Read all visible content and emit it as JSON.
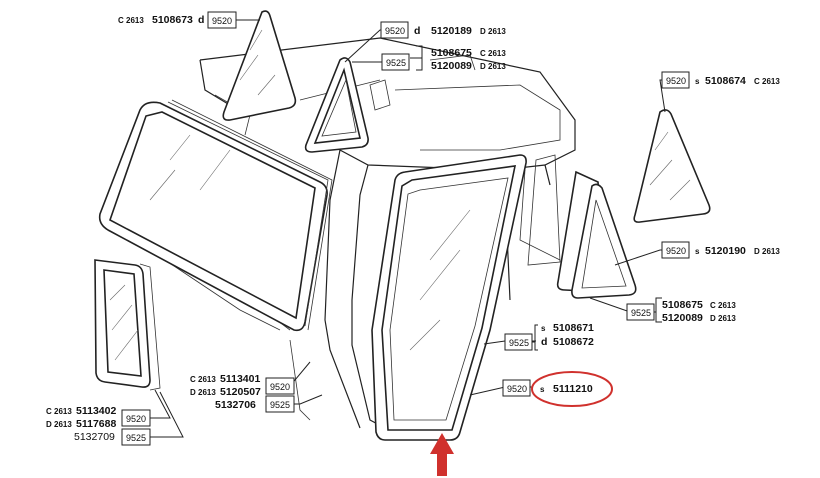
{
  "colors": {
    "line": "#222222",
    "highlight_circle": "#d0312d",
    "arrow": "#d0312d",
    "background": "#ffffff"
  },
  "labels": {
    "l1_prefix": "C 2613",
    "l1_part": "5108673",
    "l1_suffix": "d",
    "l1_box": "9520",
    "l2_box": "9520",
    "l2_letter": "d",
    "l2_part": "5120189",
    "l2_code": "D 2613",
    "l3_box": "9525",
    "l3_part_a": "5108675",
    "l3_code_a": "C 2613",
    "l3_part_b": "5120089",
    "l3_code_b": "D 2613",
    "r1_box": "9520",
    "r1_letter": "s",
    "r1_part": "5108674",
    "r1_code": "C 2613",
    "r2_box": "9520",
    "r2_letter": "s",
    "r2_part": "5120190",
    "r2_code": "D 2613",
    "r3_box": "9525",
    "r3_part_a": "5108675",
    "r3_code_a": "C 2613",
    "r3_part_b": "5120089",
    "r3_code_b": "D 2613",
    "r4_box": "9525",
    "r4_letter_a": "s",
    "r4_part_a": "5108671",
    "r4_letter_b": "d",
    "r4_part_b": "5108672",
    "r5_box": "9520",
    "r5_letter": "s",
    "r5_part": "5111210",
    "m1_code": "C 2613",
    "m1_part": "5113401",
    "m1_box": "9520",
    "m2_code": "D 2613",
    "m2_part": "5120507",
    "m3_part": "5132706",
    "m3_box": "9525",
    "b1_code": "C 2613",
    "b1_part": "5113402",
    "b1_box": "9520",
    "b2_code": "D 2613",
    "b2_part": "5117688",
    "b3_part": "5132709",
    "b3_box": "9525"
  }
}
